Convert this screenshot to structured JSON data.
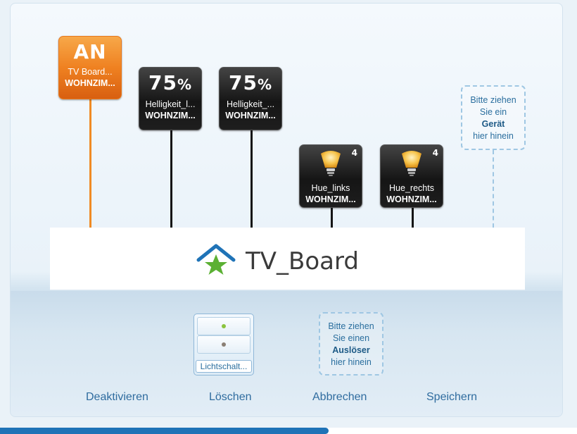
{
  "scene": {
    "name": "TV_Board",
    "devices": [
      {
        "value": "AN",
        "name": "TV Board...",
        "room": "WOHNZIM...",
        "state": "on"
      },
      {
        "value": "75",
        "unit": "%",
        "name": "Helligkeit_l...",
        "room": "WOHNZIM..."
      },
      {
        "value": "75",
        "unit": "%",
        "name": "Helligkeit_...",
        "room": "WOHNZIM..."
      },
      {
        "name": "Hue_links",
        "room": "WOHNZIM...",
        "count": "4",
        "icon": "bulb-icon"
      },
      {
        "name": "Hue_rechts",
        "room": "WOHNZIM...",
        "count": "4",
        "icon": "bulb-icon"
      }
    ],
    "device_dropzone": {
      "line1": "Bitte ziehen",
      "line2": "Sie ein",
      "bold": "Gerät",
      "line3": "hier hinein"
    }
  },
  "trigger": {
    "label": "Lichtschalt...",
    "dots": [
      "#8bc43f",
      "#8a7f74"
    ],
    "dropzone": {
      "line1": "Bitte ziehen",
      "line2": "Sie einen",
      "bold": "Auslöser",
      "line3": "hier hinein"
    }
  },
  "actions": {
    "deactivate": "Deaktivieren",
    "delete": "Löschen",
    "cancel": "Abbrechen",
    "save": "Speichern"
  },
  "colors": {
    "accent": "#1f73b7",
    "on": "#ef8121",
    "link": "#2f6c9f"
  },
  "progress": {
    "percent": 57
  }
}
